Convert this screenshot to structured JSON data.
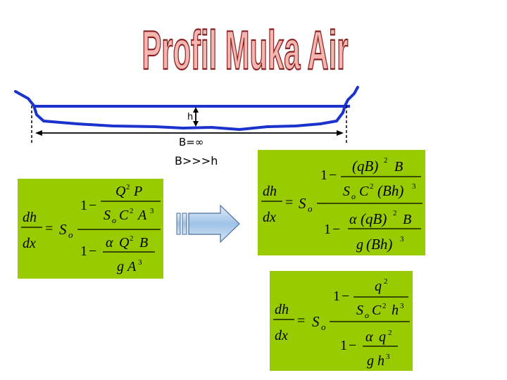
{
  "title": "Profil Muka Air",
  "diagram": {
    "depth_label": "h",
    "width_label": "B=∞",
    "ratio_label": "B>>>h"
  },
  "equation_general": {
    "lhs_num": "dh",
    "lhs_den": "dx",
    "eq": "=",
    "slope": "S",
    "slope_sub": "o",
    "one": "1",
    "minus": "−",
    "t1_num": "Q",
    "t1_num_exp": "2",
    "t1_num_b": "P",
    "t1_den_a": "S",
    "t1_den_a_sub": "o",
    "t1_den_b": "C",
    "t1_den_b_exp": "2",
    "t1_den_c": "A",
    "t1_den_c_exp": "3",
    "t2_num_a": "α",
    "t2_num_b": "Q",
    "t2_num_b_exp": "2",
    "t2_num_c": "B",
    "t2_den_a": "g",
    "t2_den_b": "A",
    "t2_den_b_exp": "3"
  },
  "equation_wide": {
    "lhs_num": "dh",
    "lhs_den": "dx",
    "eq": "=",
    "slope": "S",
    "slope_sub": "o",
    "one": "1",
    "minus": "−",
    "t1_num": "(qB)",
    "t1_num_exp": "2",
    "t1_num_b": "B",
    "t1_den_a": "S",
    "t1_den_a_sub": "o",
    "t1_den_b": "C",
    "t1_den_b_exp": "2",
    "t1_den_c": "(Bh)",
    "t1_den_c_exp": "3",
    "t2_num_a": "α",
    "t2_num_b": "(qB)",
    "t2_num_b_exp": "2",
    "t2_num_c": "B",
    "t2_den_a": "g",
    "t2_den_b": "(Bh)",
    "t2_den_b_exp": "3"
  },
  "equation_unit": {
    "lhs_num": "dh",
    "lhs_den": "dx",
    "eq": "=",
    "slope": "S",
    "slope_sub": "o",
    "one": "1",
    "minus": "−",
    "t1_num": "q",
    "t1_num_exp": "2",
    "t1_den_a": "S",
    "t1_den_a_sub": "o",
    "t1_den_b": "C",
    "t1_den_b_exp": "2",
    "t1_den_c": "h",
    "t1_den_c_exp": "3",
    "t2_num_a": "α",
    "t2_num_b": "q",
    "t2_num_b_exp": "2",
    "t2_den_a": "g",
    "t2_den_b": "h",
    "t2_den_b_exp": "3"
  },
  "colors": {
    "title_fill": "#f4b6b0",
    "title_stroke": "#8a1f1f",
    "water": "#1a33cc",
    "formula_bg": "#99cc00",
    "arrow_fill": "#bfd8f0",
    "arrow_stroke": "#4a6e9c"
  }
}
